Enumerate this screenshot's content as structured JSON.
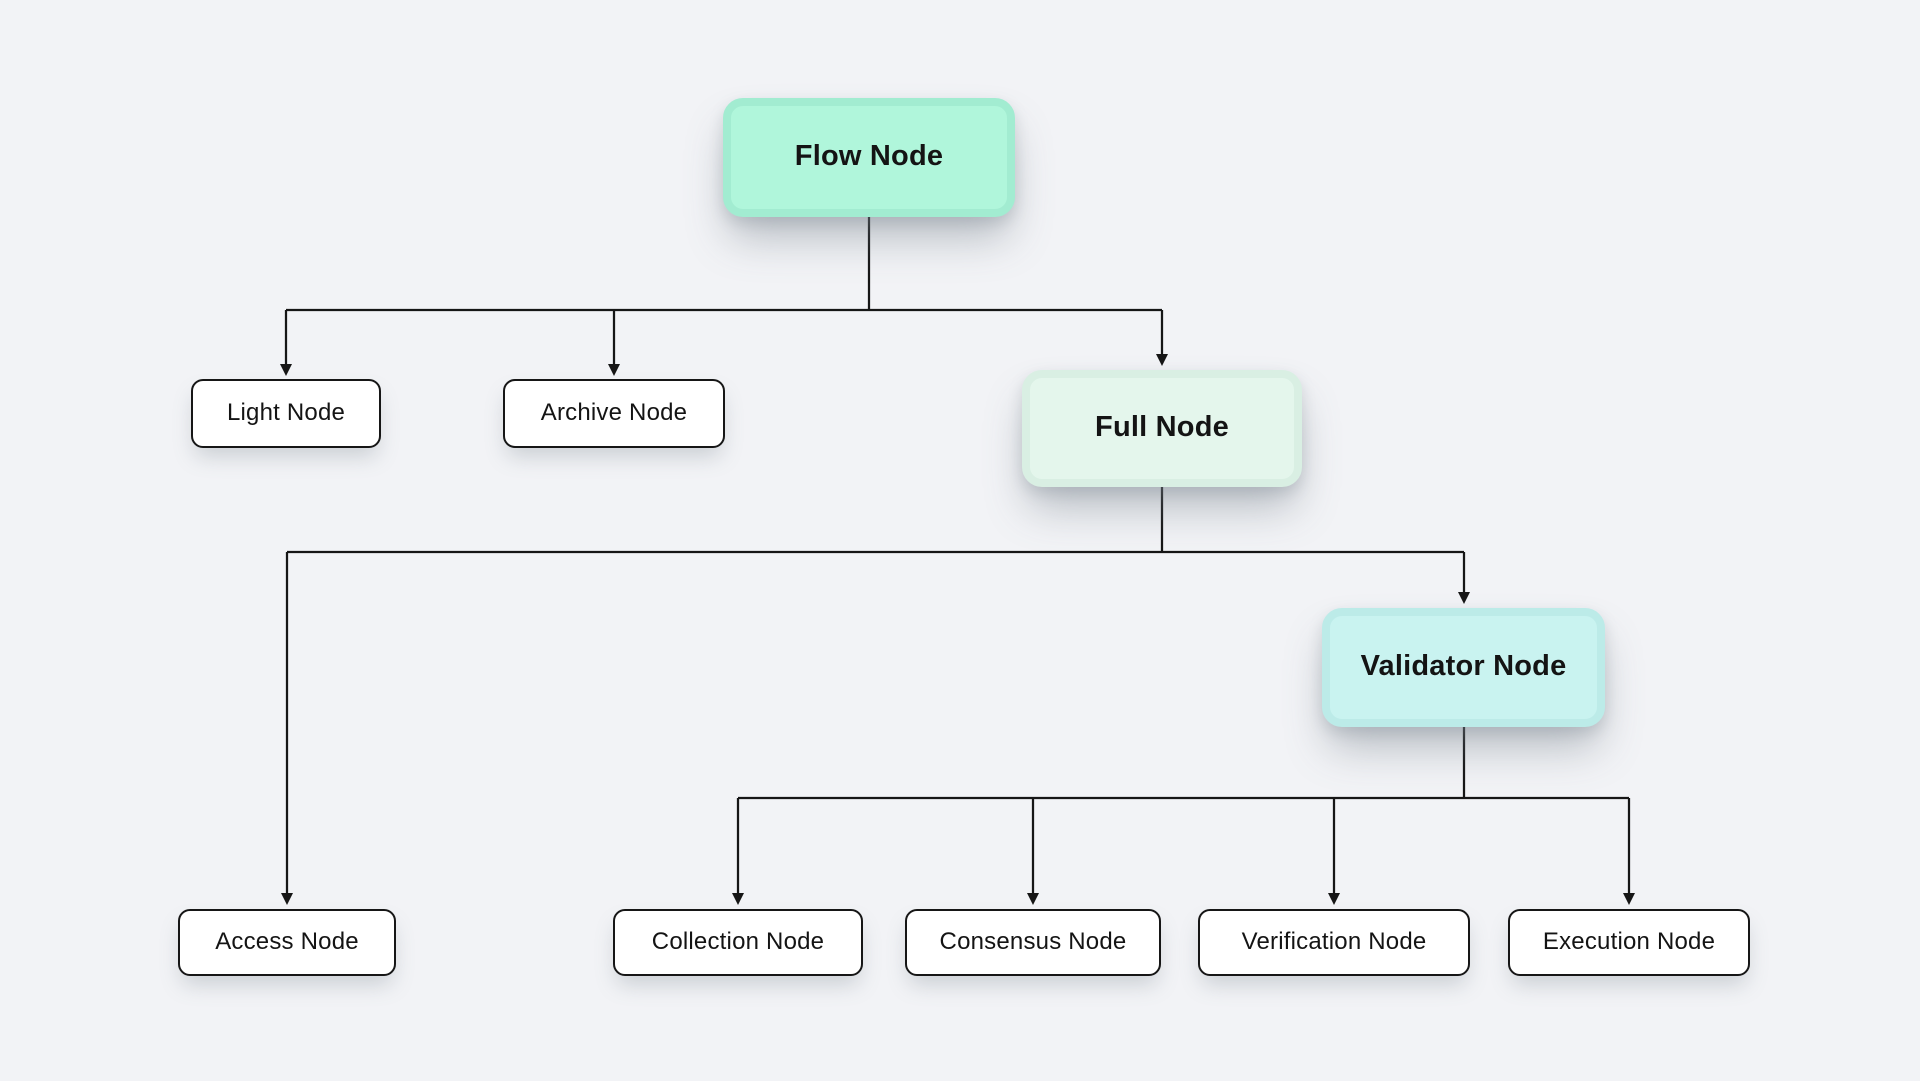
{
  "canvas": {
    "background_color": "#f2f3f6",
    "line_color": "#161616",
    "text_color": "#141414"
  },
  "nodes": {
    "flow": {
      "label": "Flow Node",
      "style": "pill",
      "fill": "#b0f6db",
      "rim": "#a2ecd1"
    },
    "light": {
      "label": "Light Node",
      "style": "box",
      "fill": "#ffffff",
      "border": "#161616"
    },
    "archive": {
      "label": "Archive Node",
      "style": "box",
      "fill": "#ffffff",
      "border": "#161616"
    },
    "full": {
      "label": "Full Node",
      "style": "pill",
      "fill": "#e4f6ec",
      "rim": "#d9efe3"
    },
    "access": {
      "label": "Access Node",
      "style": "box",
      "fill": "#ffffff",
      "border": "#161616"
    },
    "validator": {
      "label": "Validator Node",
      "style": "pill",
      "fill": "#c9f3f0",
      "rim": "#bcebe8"
    },
    "collection": {
      "label": "Collection Node",
      "style": "box",
      "fill": "#ffffff",
      "border": "#161616"
    },
    "consensus": {
      "label": "Consensus Node",
      "style": "box",
      "fill": "#ffffff",
      "border": "#161616"
    },
    "verification": {
      "label": "Verification Node",
      "style": "box",
      "fill": "#ffffff",
      "border": "#161616"
    },
    "execution": {
      "label": "Execution Node",
      "style": "box",
      "fill": "#ffffff",
      "border": "#161616"
    }
  },
  "edges": [
    {
      "from": "flow",
      "to": "light"
    },
    {
      "from": "flow",
      "to": "archive"
    },
    {
      "from": "flow",
      "to": "full"
    },
    {
      "from": "full",
      "to": "access"
    },
    {
      "from": "full",
      "to": "validator"
    },
    {
      "from": "validator",
      "to": "collection"
    },
    {
      "from": "validator",
      "to": "consensus"
    },
    {
      "from": "validator",
      "to": "verification"
    },
    {
      "from": "validator",
      "to": "execution"
    }
  ]
}
